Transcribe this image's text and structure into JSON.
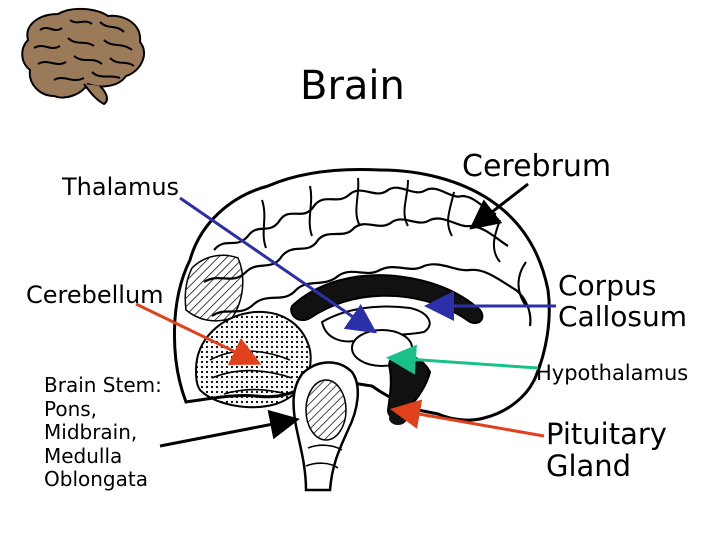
{
  "title": "Brain",
  "labels": {
    "thalamus": "Thalamus",
    "cerebrum": "Cerebrum",
    "cerebellum": "Cerebellum",
    "corpus_callosum": "Corpus\nCallosum",
    "hypothalamus": "Hypothalamus",
    "brain_stem": "Brain Stem:\nPons,\nMidbrain,\nMedulla\nOblongata",
    "pituitary_gland": "Pituitary\nGland"
  },
  "colors": {
    "thalamus_arrow": "#2b2fa8",
    "cerebrum_arrow": "#000000",
    "cerebellum_arrow": "#e0401a",
    "corpus_callosum_arrow": "#2b2fa8",
    "hypothalamus_arrow": "#19c08a",
    "brain_stem_arrow": "#000000",
    "pituitary_arrow": "#e0401a"
  }
}
